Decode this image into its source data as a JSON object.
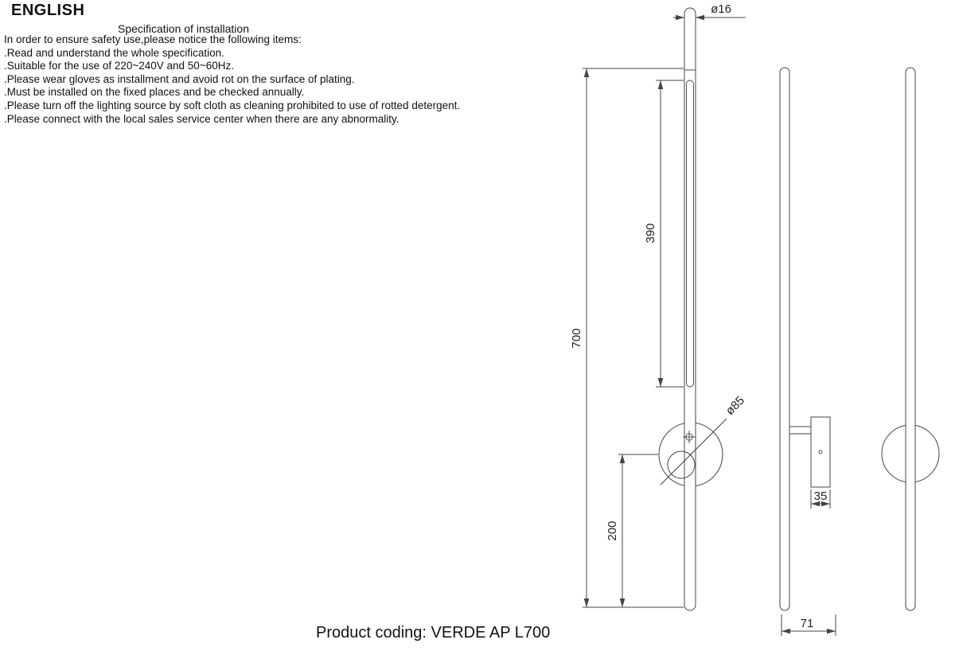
{
  "page": {
    "language_title": "ENGLISH",
    "product_coding": "Product coding: VERDE AP L700"
  },
  "spec": {
    "title": "Specification of installation",
    "intro": "In order to ensure safety use,please notice the following items:",
    "items": [
      ".Read and understand the whole specification.",
      ".Suitable for the use of 220~240V and 50~60Hz.",
      ".Please wear gloves as installment and avoid rot on the surface of plating.",
      ".Must be installed on the fixed places and be checked annually.",
      ".Please turn off the lighting source by soft cloth as cleaning prohibited to use of rotted detergent.",
      ".Please connect with the local sales service center when there are any abnormality."
    ]
  },
  "drawing": {
    "line_color": "#444444",
    "dim_total_height": "700",
    "dim_lamp_length": "390",
    "dim_lower_offset": "200",
    "dim_tube_diameter": "ø16",
    "dim_base_diameter": "ø85",
    "dim_plate_depth": "35",
    "dim_total_depth": "71"
  }
}
